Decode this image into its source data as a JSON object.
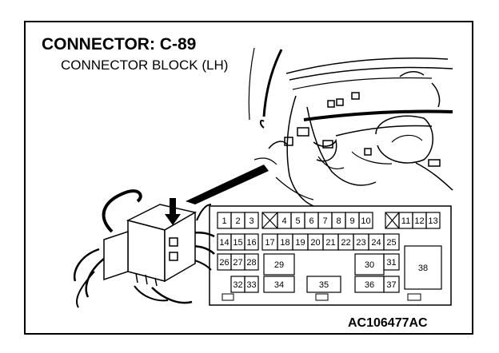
{
  "title": "CONNECTOR: C-89",
  "subtitle": "CONNECTOR BLOCK (LH)",
  "figure_code": "AC106477AC",
  "pins": {
    "r1": [
      "1",
      "2",
      "3",
      "4",
      "5",
      "6",
      "7",
      "8",
      "9",
      "10",
      "11",
      "12",
      "13"
    ],
    "r2": [
      "14",
      "15",
      "16",
      "17",
      "18",
      "19",
      "20",
      "21",
      "22",
      "23",
      "24",
      "25"
    ],
    "r3": [
      "26",
      "27",
      "28",
      "29",
      "30",
      "31",
      "38"
    ],
    "r4": [
      "32",
      "33",
      "34",
      "35",
      "36",
      "37"
    ]
  }
}
